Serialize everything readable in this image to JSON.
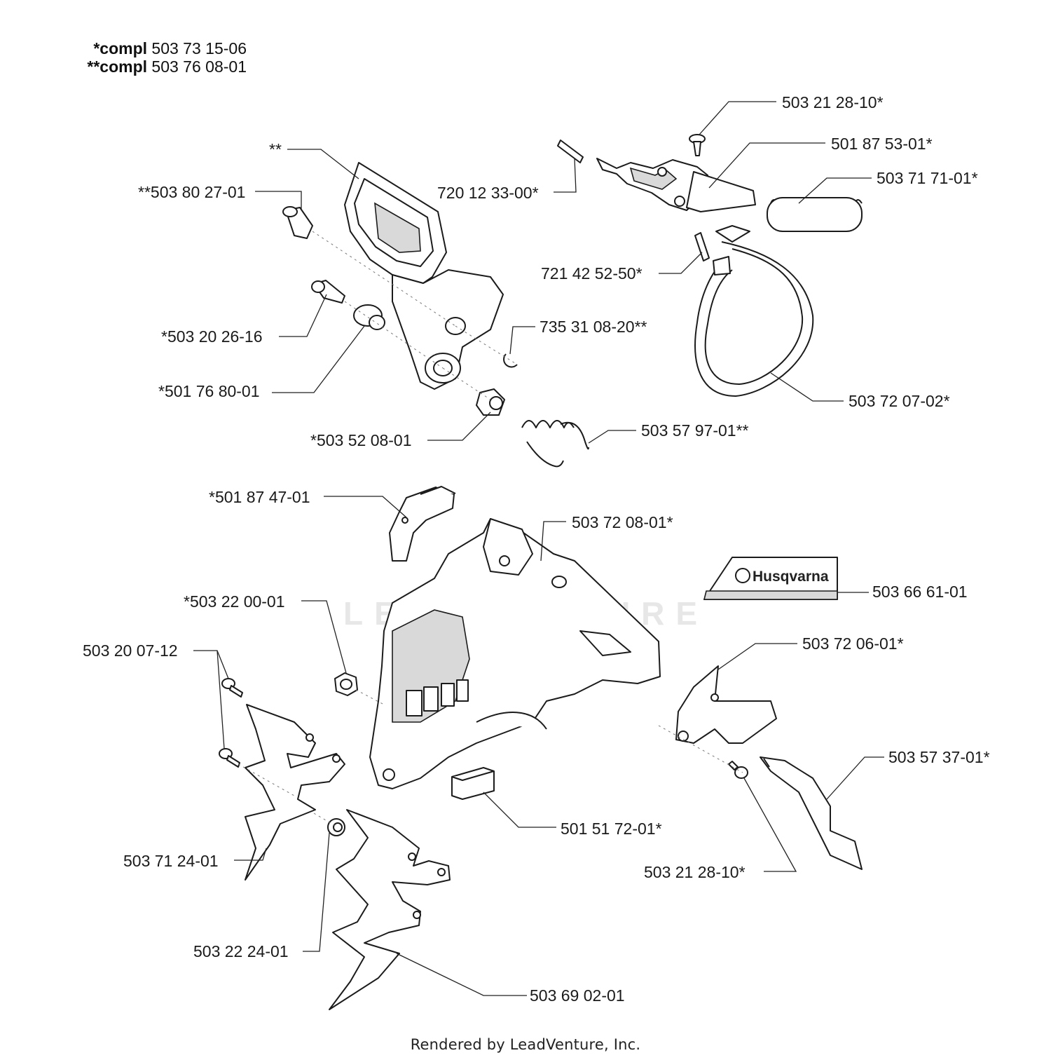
{
  "header": {
    "line1_prefix": "*compl",
    "line1_number": "503 73 15-06",
    "line2_prefix": "**compl",
    "line2_number": "503 76 08-01"
  },
  "watermark": "LEADVENTURE",
  "brand_decal_text": "Husqvarna",
  "labels": {
    "p01": "503 21 28-10*",
    "p02": "501 87 53-01*",
    "p03": "503 71 71-01*",
    "p04": "720 12 33-00*",
    "p05": "**",
    "p06": "**503 80 27-01",
    "p07": "721 42 52-50*",
    "p08": "735 31 08-20**",
    "p09": "*503 20 26-16",
    "p10": "*501 76 80-01",
    "p11": "503 72 07-02*",
    "p12": "*503 52 08-01",
    "p13": "503 57 97-01**",
    "p14": "*501 87 47-01",
    "p15": "503 72 08-01*",
    "p16": "503 66 61-01",
    "p17": "*503 22 00-01",
    "p18": "503 20 07-12",
    "p19": "503 72 06-01*",
    "p20": "503 57 37-01*",
    "p21": "501 51 72-01*",
    "p22": "503 21 28-10*",
    "p23": "503 71 24-01",
    "p24": "503 22 24-01",
    "p25": "503 69 02-01"
  },
  "footer": "Rendered by LeadVenture, Inc."
}
